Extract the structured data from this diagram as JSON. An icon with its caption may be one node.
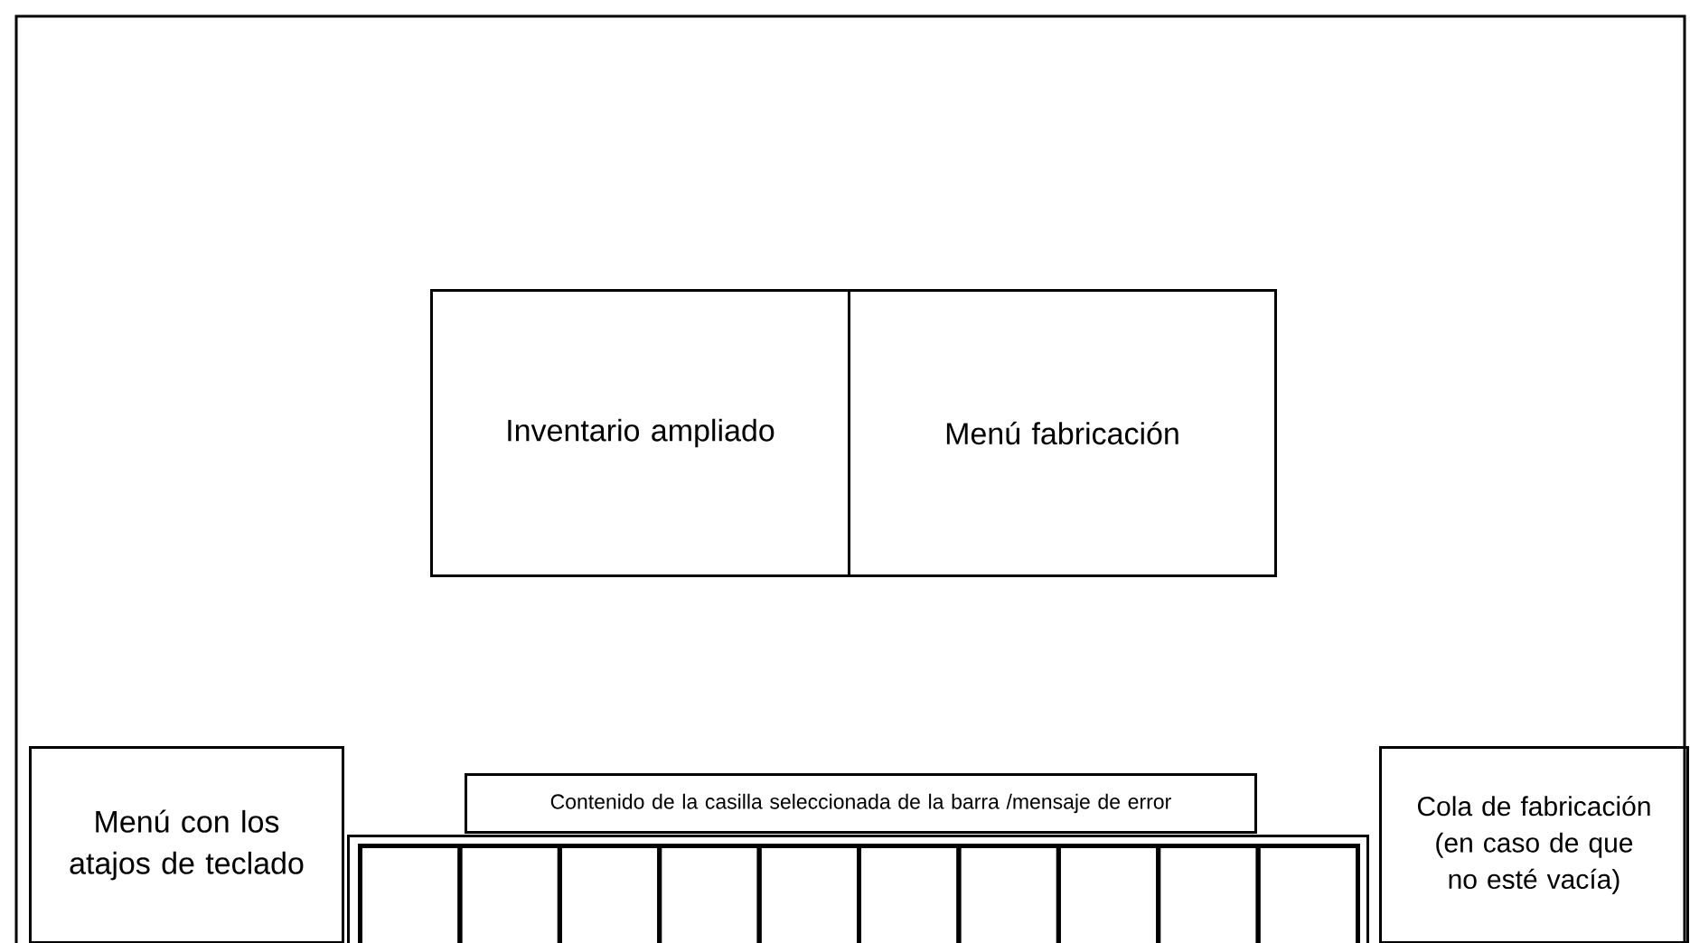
{
  "diagram": {
    "nodes": [
      {
        "text": [
          "Inventario ampliado"
        ]
      },
      {
        "text": [
          "Menú fabricación"
        ]
      },
      {
        "text": [
          "Menú con los atajos de teclado"
        ]
      },
      {
        "text": [
          "Contenido de la casilla seleccionada de la barra /mensaje de error"
        ]
      },
      {
        "text": [
          "Cola de fabricación (en caso de que no esté vacía)"
        ]
      },
      {
        "text": [],
        "shape": "box"
      },
      {
        "text": [],
        "shape": "box",
        "in": 5
      },
      {
        "text": [],
        "shape": "box",
        "in": 5
      },
      {
        "text": [],
        "shape": "box",
        "in": 5
      },
      {
        "text": [],
        "shape": "box",
        "in": 5
      },
      {
        "text": [],
        "shape": "box",
        "in": 5
      },
      {
        "text": [],
        "shape": "box",
        "in": 5
      },
      {
        "text": [],
        "shape": "box",
        "in": 5
      },
      {
        "text": [],
        "shape": "box",
        "in": 5
      },
      {
        "text": [],
        "shape": "box",
        "in": 5
      },
      {
        "text": [],
        "shape": "box",
        "in": 5
      }
    ]
  }
}
